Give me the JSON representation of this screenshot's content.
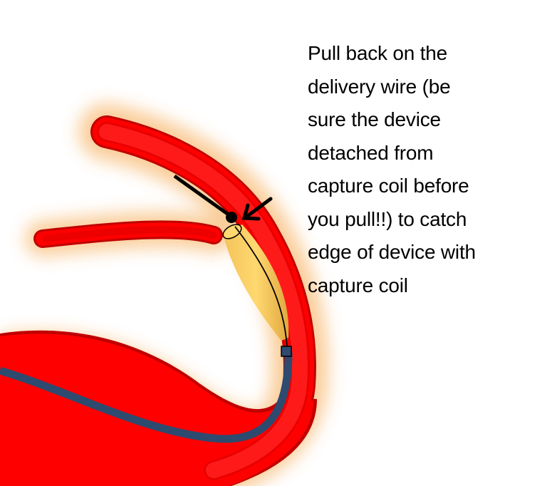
{
  "caption": {
    "lines": [
      "Pull back on the",
      "delivery wire (be",
      "sure the device",
      "detached from",
      "capture coil before",
      "you pull!!) to catch",
      "edge of device with",
      "capture coil"
    ]
  },
  "colors": {
    "vessel": "#ff0000",
    "vessel_edge": "#c00000",
    "glow": "#f9c88f",
    "device": "#ffd36e",
    "catheter": "#2e4a6e",
    "wire": "#000000"
  }
}
